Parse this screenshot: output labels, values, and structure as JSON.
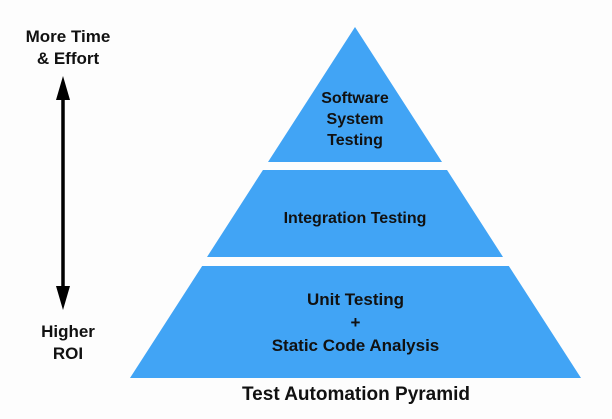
{
  "colors": {
    "tier_fill": "#41a4f5",
    "ink": "#111111",
    "background": "#fdfdfd"
  },
  "left_axis": {
    "top_label": {
      "line1": "More Time",
      "line2": "& Effort"
    },
    "arrow_icon": "double-headed-vertical-arrow",
    "bottom_label": {
      "line1": "Higher",
      "line2": "ROI"
    }
  },
  "pyramid": {
    "tiers": [
      {
        "id": "software-system-testing",
        "lines": [
          "Software",
          "System",
          "Testing"
        ]
      },
      {
        "id": "integration-testing",
        "lines": [
          "Integration Testing"
        ]
      },
      {
        "id": "unit-testing-static-code-analysis",
        "lines": [
          "Unit Testing",
          "+",
          "Static Code Analysis"
        ]
      }
    ]
  },
  "caption": "Test Automation Pyramid"
}
